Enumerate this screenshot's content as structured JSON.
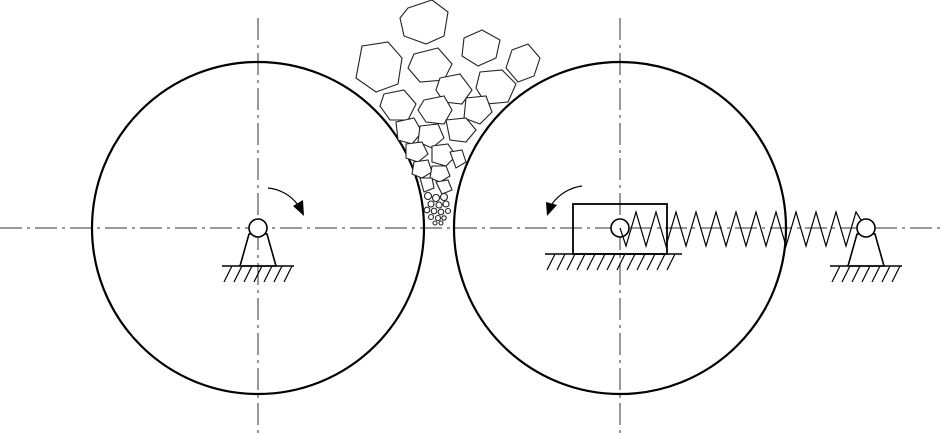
{
  "diagram": {
    "type": "roll-crusher schematic",
    "rolls": [
      {
        "id": "fixed-roll",
        "rotation": "clockwise",
        "support": "fixed-pivot"
      },
      {
        "id": "movable-roll",
        "rotation": "counter-clockwise",
        "support": "sliding-bearing-with-spring"
      }
    ],
    "feed": "crushed-stones",
    "colors": {
      "stroke": "#000000",
      "background": "#ffffff"
    }
  }
}
